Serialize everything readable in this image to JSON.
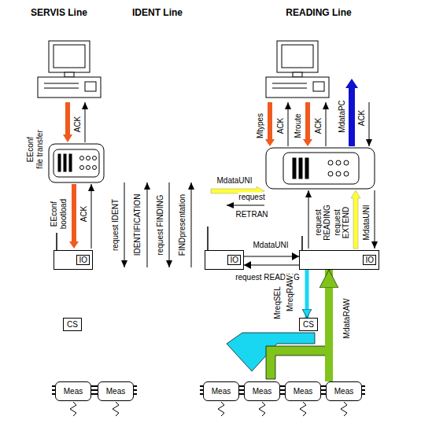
{
  "diagram": {
    "nodes": [
      {
        "text": [
          "IO"
        ]
      },
      {
        "text": [
          "CS"
        ]
      },
      {
        "text": [
          "Meas"
        ]
      },
      {
        "text": [
          "Meas"
        ]
      },
      {
        "text": [
          "IO"
        ]
      },
      {
        "text": [
          "IO"
        ]
      },
      {
        "text": [
          "CS"
        ]
      },
      {
        "text": [
          "Meas"
        ]
      },
      {
        "text": [
          "Meas"
        ]
      },
      {
        "text": [
          "Meas"
        ]
      },
      {
        "text": [
          "Meas"
        ]
      }
    ],
    "edges": [
      {
        "from": 4,
        "to": 5,
        "arrow": "to",
        "label": "MdataUNI"
      },
      {
        "from": 5,
        "to": 4,
        "arrow": "to",
        "label": "request READING"
      },
      {
        "from": 5,
        "to": 6,
        "arrow": "to",
        "label": "MreqRAW"
      },
      {
        "from": 10,
        "to": 5,
        "arrow": "to",
        "label": "MdataRAW"
      }
    ],
    "labels": [
      "SERVIS Line",
      "IDENT Line",
      "READING Line",
      "EEconf",
      "file transfer",
      "ACK",
      "EEconf",
      "bootload",
      "ACK",
      "request IDENT",
      "IDENTIFICATION",
      "request FINDING",
      "FINDpresentation",
      "Mtypes",
      "ACK",
      "Mroute",
      "ACK",
      "MdataPC",
      "ACK",
      "MdataUNI",
      "request",
      "RETRAN",
      "request",
      "READING",
      "request",
      "EXTEND",
      "MdataUNI",
      "MreqSEL"
    ]
  }
}
